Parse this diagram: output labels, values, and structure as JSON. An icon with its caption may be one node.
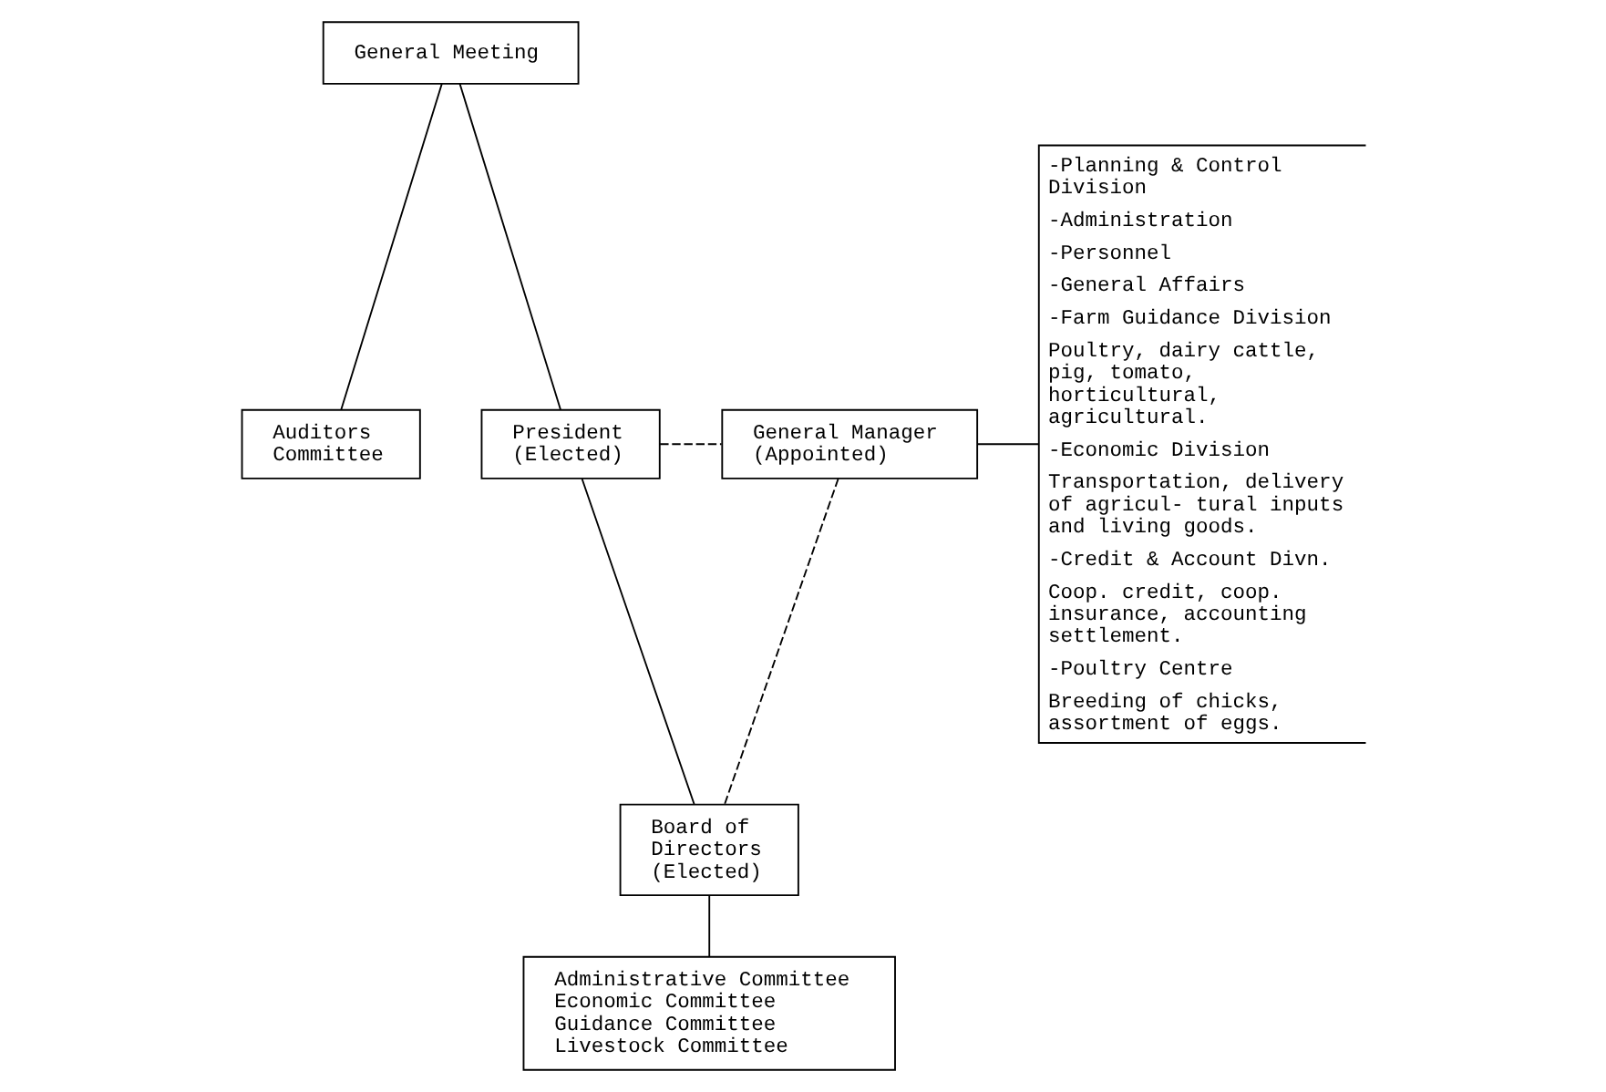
{
  "diagram": {
    "nodes": [
      {
        "text": [
          "General Meeting"
        ]
      },
      {
        "text": [
          "Auditors Committee"
        ]
      },
      {
        "text": [
          "President (Elected)"
        ]
      },
      {
        "text": [
          "General Manager (Appointed)"
        ]
      },
      {
        "text": [
          "Board of Directors (Elected)"
        ]
      },
      {
        "text": [
          "Administrative Committee",
          "Economic Committee",
          "Guidance Committee",
          "Livestock Committee"
        ]
      },
      {
        "text": [
          "-Planning & Control Division",
          "-Administration",
          "-Personnel",
          "-General Affairs",
          "-Farm Guidance Division",
          "Poultry, dairy cattle, pig, tomato, horticultural, agricultural.",
          "-Economic Division",
          "Transportation, delivery of agricul- tural inputs and living goods.",
          "-Credit & Account Divn.",
          "Coop. credit, coop. insurance, accounting settlement.",
          "-Poultry Centre",
          "Breeding of chicks, assortment of eggs."
        ]
      }
    ],
    "edges": [
      {
        "from": 0,
        "to": 1,
        "arrow": "none"
      },
      {
        "from": 0,
        "to": 2,
        "arrow": "none"
      },
      {
        "from": 2,
        "to": 3,
        "arrow": "none",
        "style": "dashed"
      },
      {
        "from": 3,
        "to": 4,
        "arrow": "none",
        "style": "dashed"
      },
      {
        "from": 2,
        "to": 4,
        "arrow": "none"
      },
      {
        "from": 4,
        "to": 5,
        "arrow": "none"
      },
      {
        "from": 3,
        "to": 6,
        "arrow": "none"
      }
    ]
  }
}
